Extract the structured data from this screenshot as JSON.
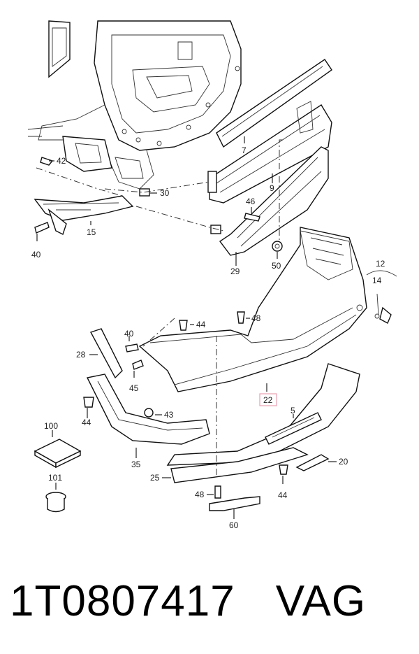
{
  "diagram": {
    "callouts": {
      "c7": "7",
      "c9": "9",
      "c42": "42",
      "c30": "30",
      "c46": "46",
      "c15": "15",
      "c40a": "40",
      "c29": "29",
      "c50": "50",
      "c12": "12",
      "c14": "14",
      "c44a": "44",
      "c48a": "48",
      "c40b": "40",
      "c28": "28",
      "c45": "45",
      "c44b": "44",
      "c43": "43",
      "c100": "100",
      "c22": "22",
      "c5": "5",
      "c35": "35",
      "c20": "20",
      "c101": "101",
      "c25": "25",
      "c48b": "48",
      "c44c": "44",
      "c60": "60"
    },
    "highlight_color": "#e8a0b0"
  },
  "caption": {
    "part_number": "1T0807417",
    "brand": "VAG"
  }
}
